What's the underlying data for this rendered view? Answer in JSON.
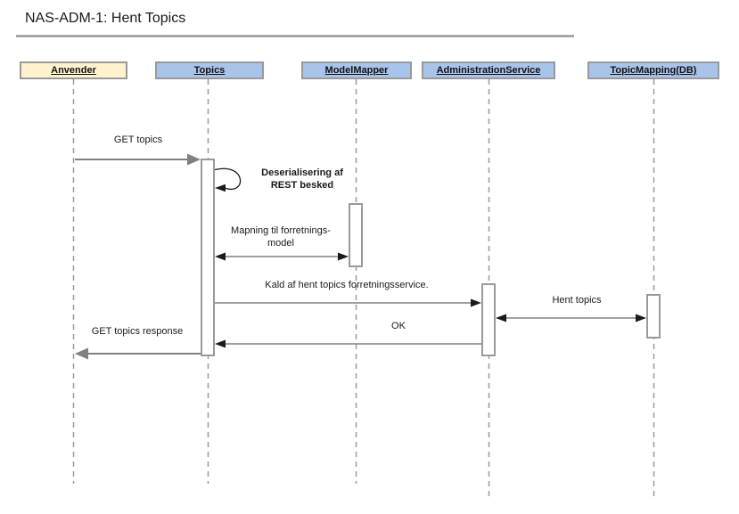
{
  "title": "NAS-ADM-1: Hent Topics",
  "lifelines": [
    {
      "label": "Anvender",
      "role": "actor",
      "fill": "#fff2cc"
    },
    {
      "label": "Topics",
      "role": "object",
      "fill": "#a9c4eb"
    },
    {
      "label": "ModelMapper",
      "role": "object",
      "fill": "#a9c4eb"
    },
    {
      "label": "AdministrationService",
      "role": "object",
      "fill": "#a9c4eb"
    },
    {
      "label": "TopicMapping(DB)",
      "role": "object",
      "fill": "#a9c4eb"
    }
  ],
  "messages": [
    {
      "label": "GET topics",
      "from": "Anvender",
      "to": "Topics",
      "kind": "call"
    },
    {
      "label": "Deserialisering af REST besked",
      "from": "Topics",
      "to": "Topics",
      "kind": "self"
    },
    {
      "label": "Mapning til forretnings-model",
      "from": "Topics",
      "to": "ModelMapper",
      "kind": "bidirectional"
    },
    {
      "label": "Kald af hent topics forretningsservice.",
      "from": "Topics",
      "to": "AdministrationService",
      "kind": "call"
    },
    {
      "label": "Hent topics",
      "from": "AdministrationService",
      "to": "TopicMapping(DB)",
      "kind": "bidirectional"
    },
    {
      "label": "OK",
      "from": "AdministrationService",
      "to": "Topics",
      "kind": "return"
    },
    {
      "label": "GET topics response",
      "from": "Topics",
      "to": "Anvender",
      "kind": "return"
    }
  ],
  "colors": {
    "actor_fill": "#fff2cc",
    "object_fill": "#a9c4eb",
    "border": "#999999",
    "arrow_gray": "#808080",
    "arrow_black": "#1a1a1a",
    "text": "#1a1a1a",
    "background": "#ffffff"
  }
}
